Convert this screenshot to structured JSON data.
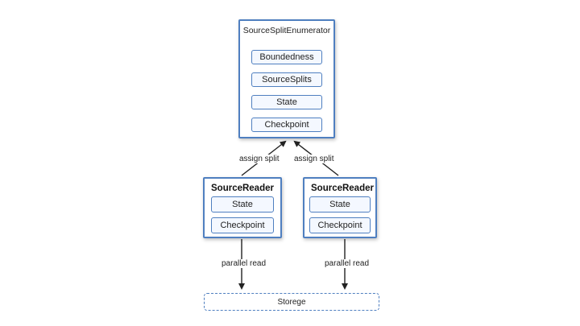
{
  "enumerator": {
    "title": "SourceSplitEnumerator",
    "items": [
      "Boundedness",
      "SourceSplits",
      "State",
      "Checkpoint"
    ]
  },
  "readers": [
    {
      "title": "SourceReader",
      "items": [
        "State",
        "Checkpoint"
      ]
    },
    {
      "title": "SourceReader",
      "items": [
        "State",
        "Checkpoint"
      ]
    }
  ],
  "edges": {
    "assign_split_left": "assign split",
    "assign_split_right": "assign split",
    "parallel_read_left": "parallel read",
    "parallel_read_right": "parallel read"
  },
  "storage": {
    "label": "Storege"
  },
  "colors": {
    "box_border": "#4f7fc0",
    "arrow": "#222222",
    "inner_fill": "#f4f8ff"
  }
}
